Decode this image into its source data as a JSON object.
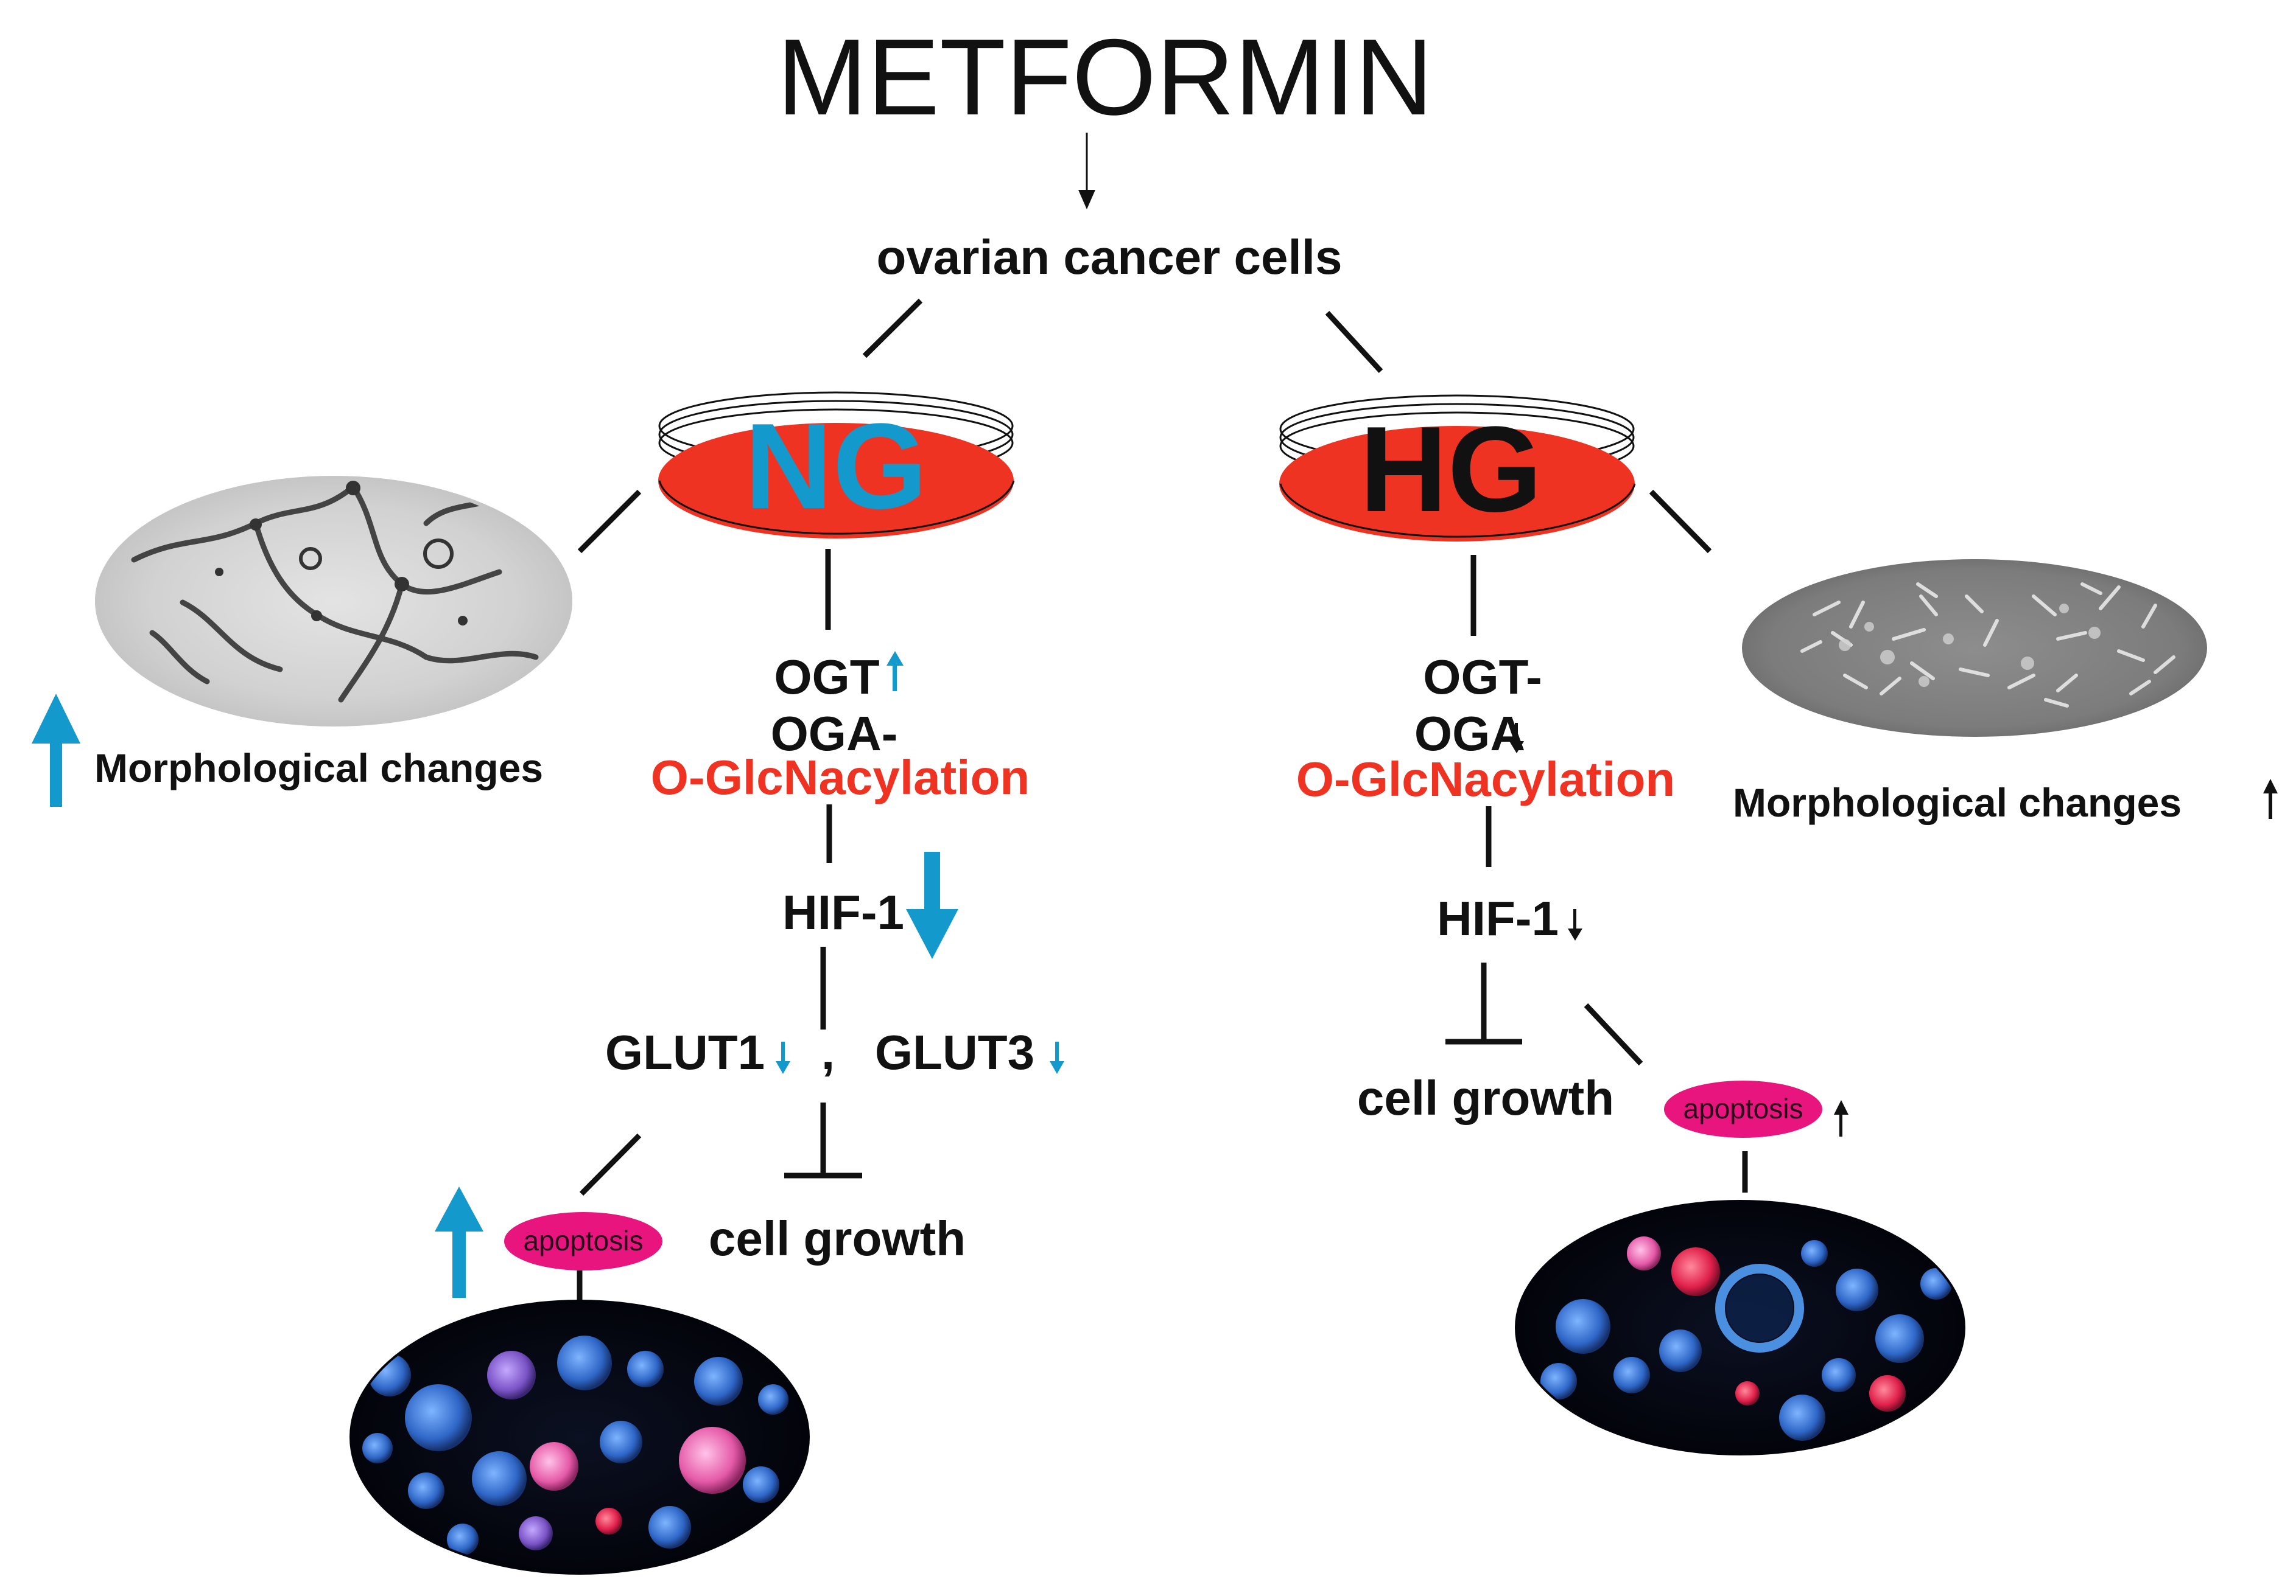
{
  "title": "METFORMIN",
  "source_node": "ovarian cancer cells",
  "colors": {
    "accent_blue": "#1499cc",
    "highlight_red": "#ee3322",
    "apoptosis_pink": "#e8157f",
    "text": "#111111"
  },
  "ng_branch": {
    "dish_label": "NG",
    "ogt": "OGT",
    "ogt_change": "up",
    "oga": "OGA-",
    "o_glcnac": "O-GlcNacylation",
    "hif": "HIF-1",
    "hif_change": "down",
    "glut1": "GLUT1",
    "glut1_change": "down",
    "glut_separator": ",",
    "glut3": "GLUT3",
    "glut3_change": "down",
    "inhibits": "cell growth",
    "apoptosis": "apoptosis",
    "apoptosis_change": "up",
    "morphology": "Morphological changes",
    "morphology_change": "up",
    "morph_image": "brightfield-micrograph-network",
    "fluor_image": "fluorescence-micrograph-cells"
  },
  "hg_branch": {
    "dish_label": "HG",
    "ogt": "OGT-",
    "oga": "OGA",
    "oga_change": "down",
    "o_glcnac": "O-GlcNacylation",
    "hif": "HIF-1",
    "hif_change": "down",
    "inhibits": "cell growth",
    "apoptosis": "apoptosis",
    "apoptosis_change": "up",
    "morphology": "Morphological changes",
    "morphology_change": "up",
    "morph_image": "brightfield-micrograph-spindle-cells",
    "fluor_image": "fluorescence-micrograph-cells"
  }
}
